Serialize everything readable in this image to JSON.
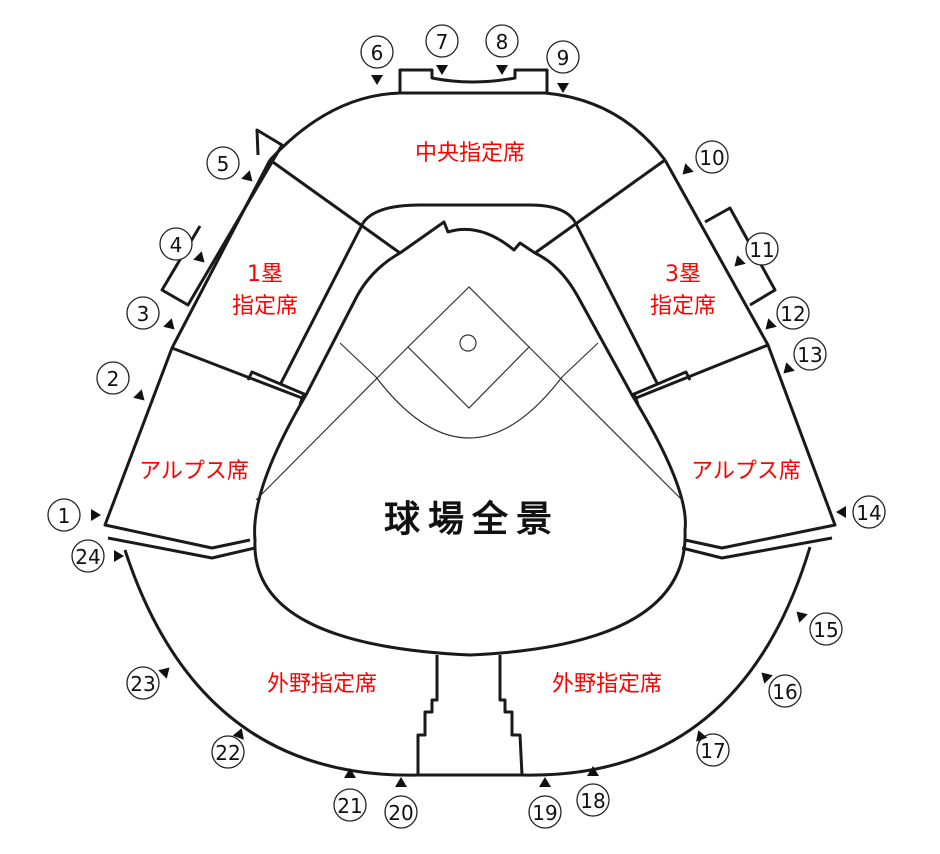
{
  "title": "球場全景",
  "sections": {
    "center": "中央指定席",
    "first_base": [
      "1塁",
      "指定席"
    ],
    "third_base": [
      "3塁",
      "指定席"
    ],
    "alps_left": "アルプス席",
    "alps_right": "アルプス席",
    "outfield_left": "外野指定席",
    "outfield_right": "外野指定席"
  },
  "gates": [
    "1",
    "2",
    "3",
    "4",
    "5",
    "6",
    "7",
    "8",
    "9",
    "10",
    "11",
    "12",
    "13",
    "14",
    "15",
    "16",
    "17",
    "18",
    "19",
    "20",
    "21",
    "22",
    "23",
    "24"
  ],
  "colors": {
    "section_label": "#ff0000",
    "line": "#1a1a1a"
  }
}
